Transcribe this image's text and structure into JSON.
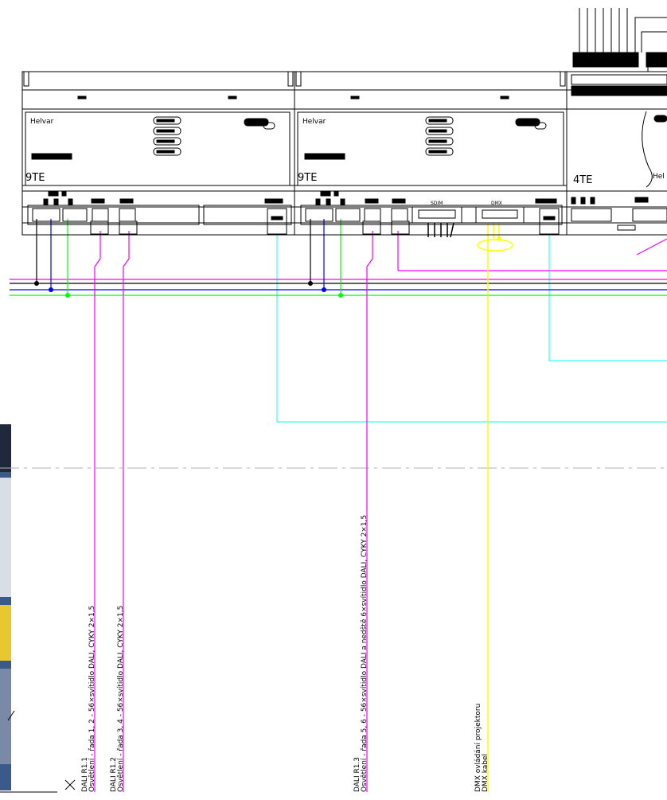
{
  "modules": [
    {
      "brand": "Helvar",
      "size": "9TE"
    },
    {
      "brand": "Helvar",
      "size": "9TE"
    },
    {
      "brand": "Hel",
      "size": "4TE"
    }
  ],
  "connectors": {
    "sdim": "SDIM",
    "dmx": "DMX"
  },
  "cables": [
    {
      "line1": "DALI R1.1",
      "line2": "Osvětlení - řada 1, 2 - 56×svítidlo DALI, CYKY 2×1,5",
      "color": "#ff00ff"
    },
    {
      "line1": "DALI R1.2",
      "line2": "Osvětlení - řada 3, 4 - 56×svítidlo DALI, CYKY 2×1,5",
      "color": "#ff00ff"
    },
    {
      "line1": "DALI R1.3",
      "line2": "Osvětlení - řada 5, 6 - 56×svítidlo DALI a nedště 6×svítidlo DALI, CYKY 2×1,5",
      "color": "#ff00ff"
    },
    {
      "line1": "DMX ovládání projektoru",
      "line2": "DMX kabel",
      "color": "#ffff00"
    }
  ],
  "colors": {
    "dali": "#ff00ff",
    "dmx": "#ffff00",
    "control": "#00ffff",
    "bus_black": "#000000",
    "bus_blue": "#0000ff",
    "bus_green": "#00ff00",
    "centerline": "#b0b0b0"
  }
}
